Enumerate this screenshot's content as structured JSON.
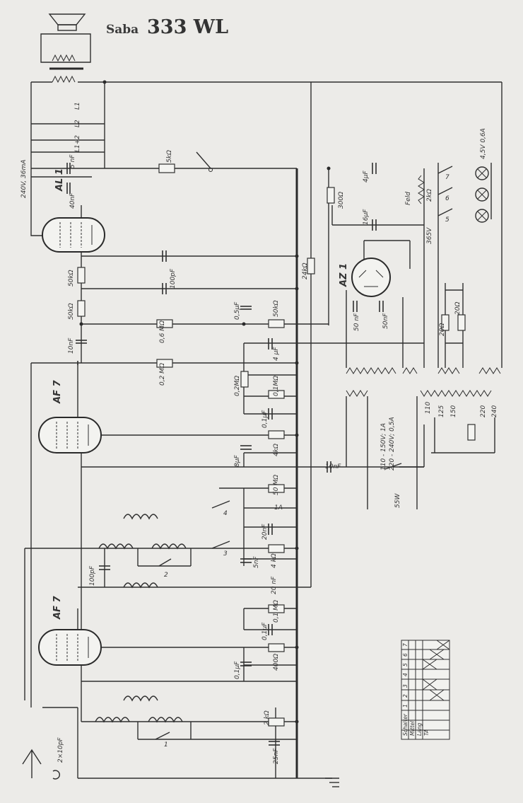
{
  "title": {
    "brand": "Saba",
    "model": "333 WL"
  },
  "tubes": {
    "output": "AL 1",
    "rf": "AF 7",
    "if": "AF 7",
    "rectifier": "AZ 1"
  },
  "labels": {
    "plate_current": "240V, 36mA",
    "c_5nf_top": "5 nF",
    "c_40nf": "40nF",
    "r_50k_a": "50kΩ",
    "r_50k_b": "50kΩ",
    "c_10nf": "10nF",
    "r_5k": "5kΩ",
    "c_100pf": "100pF",
    "r_0_6m": "0,6 MΩ",
    "r_0_2m": "0,2 MΩ",
    "c_0_5uf": "0,5μF",
    "r_50k_c": "50kΩ",
    "r_24k": "24kΩ",
    "r_300": "300Ω",
    "c_4uf_top": "4μF",
    "c_16uf": "16μF",
    "feld": "Feld",
    "feld_r": "2kΩ",
    "v365": "365V",
    "lamp": "4,5V 0,6A",
    "c_50nf_a": "50 nF",
    "c_50nf_b": "50nF",
    "r_20_a": "20Ω",
    "r_20_b": "20Ω",
    "c_4uf_mid": "4 μF",
    "r_0_2m_b": "0,2MΩ",
    "r_0_1m": "0,1MΩ",
    "c_0_1uf": "0,1μF",
    "r_4k": "4kΩ",
    "c_8uf": "8μF",
    "c_10nf_b": "10nF",
    "mains_a": "110 - 150V; 1A",
    "mains_b": "220 - 240V; 0,5A",
    "power": "55W",
    "taps": [
      "110",
      "125",
      "150",
      "220",
      "240"
    ],
    "r_50m": "50 MΩ",
    "fuse": "1A",
    "c_20nf": "20nF",
    "c_5nf": "5nF",
    "r_4k_b": "4 kΩ",
    "c_20nf_b": "20 nF",
    "c_100pf_b": "100pF",
    "r_0_1m_b": "0,1 MΩ",
    "c_0_1uf_b": "0,1μF",
    "c_0_1uf_c": "0,1μF",
    "r_400": "400Ω",
    "r_2k": "2 kΩ",
    "c_25nf": "25nF",
    "c_2x10pf": "2×10pF",
    "l1": "L1",
    "l2": "L2",
    "l12": "L1+2",
    "sw_nums": [
      "1",
      "2",
      "3",
      "4",
      "5",
      "6",
      "7"
    ]
  },
  "switch_table": {
    "header": "Schalter",
    "cols": [
      "1",
      "2",
      "3",
      "4",
      "5",
      "6",
      "7"
    ],
    "rows": [
      "Mittel",
      "Lang",
      "TA"
    ]
  }
}
